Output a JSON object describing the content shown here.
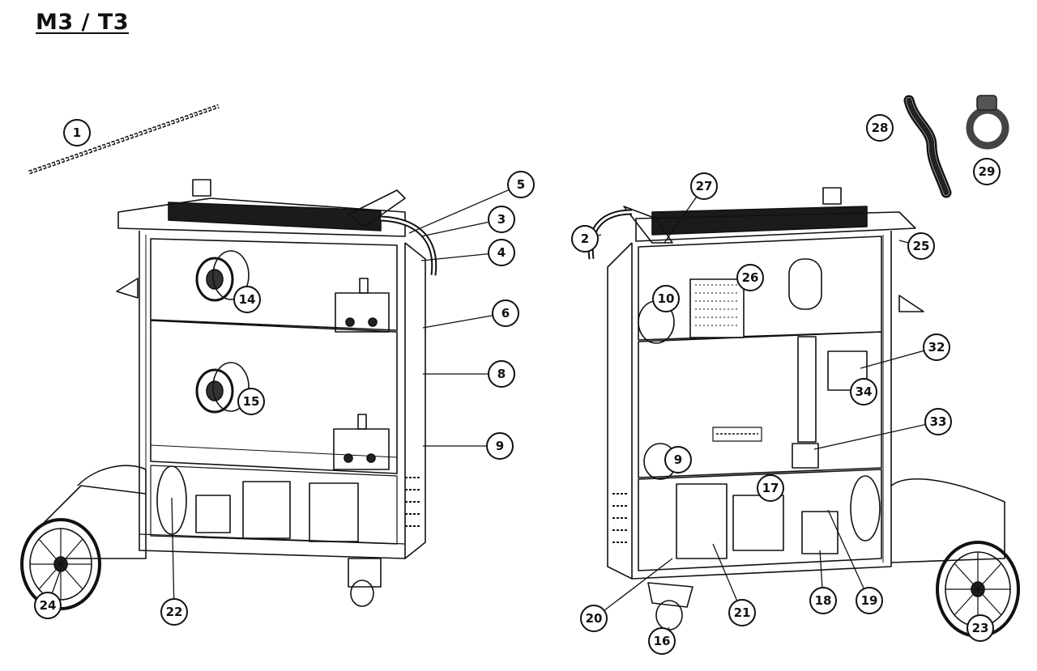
{
  "page": {
    "title": "M3 / T3"
  },
  "callouts": [
    {
      "label": "1"
    },
    {
      "label": "2"
    },
    {
      "label": "3"
    },
    {
      "label": "4"
    },
    {
      "label": "5"
    },
    {
      "label": "6"
    },
    {
      "label": "8"
    },
    {
      "label": "9"
    },
    {
      "label": "9"
    },
    {
      "label": "10"
    },
    {
      "label": "14"
    },
    {
      "label": "15"
    },
    {
      "label": "16"
    },
    {
      "label": "17"
    },
    {
      "label": "18"
    },
    {
      "label": "19"
    },
    {
      "label": "20"
    },
    {
      "label": "21"
    },
    {
      "label": "22"
    },
    {
      "label": "23"
    },
    {
      "label": "24"
    },
    {
      "label": "25"
    },
    {
      "label": "26"
    },
    {
      "label": "27"
    },
    {
      "label": "28"
    },
    {
      "label": "29"
    },
    {
      "label": "32"
    },
    {
      "label": "33"
    },
    {
      "label": "34"
    }
  ]
}
